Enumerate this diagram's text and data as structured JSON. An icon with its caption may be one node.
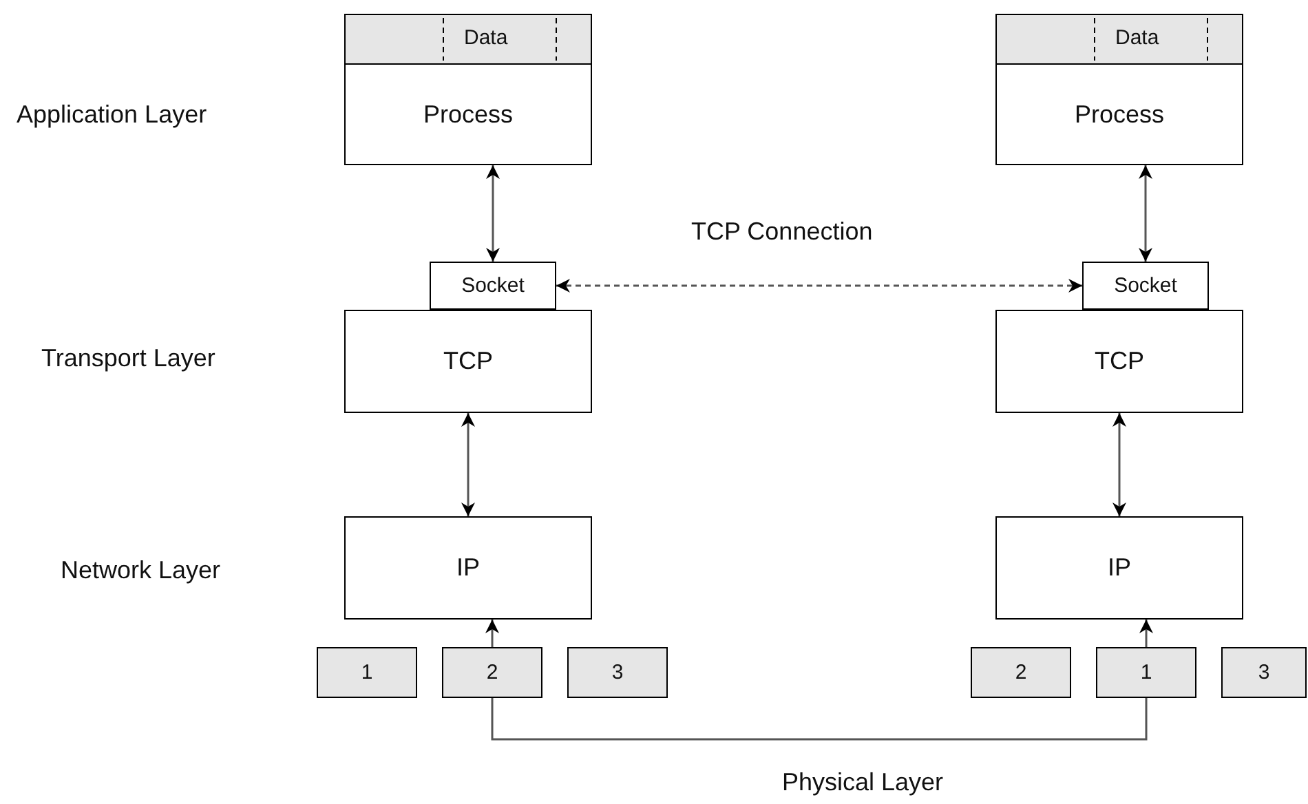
{
  "diagram": {
    "nodes": [
      {
        "text": [
          "Data",
          "Process"
        ]
      },
      {
        "text": [
          "Socket"
        ]
      },
      {
        "text": [
          "TCP"
        ]
      },
      {
        "text": [
          "IP"
        ]
      },
      {
        "text": [
          "1"
        ]
      },
      {
        "text": [
          "2"
        ]
      },
      {
        "text": [
          "3"
        ]
      },
      {
        "text": [
          "Data",
          "Process"
        ]
      },
      {
        "text": [
          "Socket"
        ]
      },
      {
        "text": [
          "TCP"
        ]
      },
      {
        "text": [
          "IP"
        ]
      },
      {
        "text": [
          "2"
        ]
      },
      {
        "text": [
          "1"
        ]
      },
      {
        "text": [
          "3"
        ]
      }
    ],
    "edges": [
      {
        "from": 0,
        "to": 1,
        "arrow": "both"
      },
      {
        "from": 1,
        "to": 8,
        "arrow": "both",
        "style": "dashed"
      },
      {
        "from": 2,
        "to": 3,
        "arrow": "both"
      },
      {
        "from": 5,
        "to": 3,
        "arrow": "to"
      },
      {
        "from": 7,
        "to": 8,
        "arrow": "both"
      },
      {
        "from": 9,
        "to": 10,
        "arrow": "both"
      },
      {
        "from": 12,
        "to": 10,
        "arrow": "to"
      },
      {
        "from": 5,
        "to": 12,
        "arrow": "none"
      }
    ],
    "labels": [
      "Application Layer",
      "TCP Connection",
      "Transport Layer",
      "Network Layer",
      "Physical Layer"
    ]
  }
}
